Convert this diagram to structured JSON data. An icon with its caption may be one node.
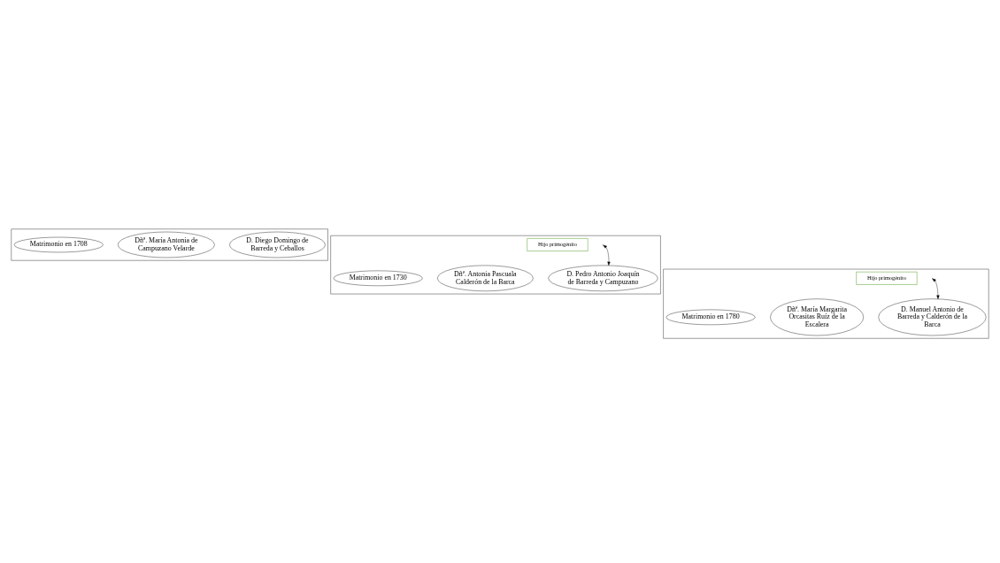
{
  "diagram": {
    "nodes": [
      {
        "text": [],
        "shape": "box"
      },
      {
        "text": [
          "D. Diego Domingo de Barreda y Ceballos"
        ],
        "in": 0
      },
      {
        "text": [
          "Matrimonio en 1708"
        ],
        "in": 0
      },
      {
        "text": [
          "Dñª. María Antonia de Campuzano Velarde"
        ],
        "in": 0
      },
      {
        "text": [],
        "shape": "box"
      },
      {
        "text": [
          "Hijo primogénito"
        ],
        "in": 4
      },
      {
        "text": [
          "D. Pedro Antonio Joaquín de Barreda y Campuzano"
        ],
        "in": 4
      },
      {
        "text": [
          "Matrimonio en 1730"
        ],
        "in": 4
      },
      {
        "text": [
          "Dñª. Antonia Pascuala Calderón de la Barca"
        ],
        "in": 4
      },
      {
        "text": [],
        "shape": "box"
      },
      {
        "text": [
          "Hijo primogénito"
        ],
        "in": 9
      },
      {
        "text": [
          "D. Manuel Antonio de Barreda y Calderón de la Barca"
        ],
        "in": 9
      },
      {
        "text": [
          "Matrimonio en 1780"
        ],
        "in": 9
      },
      {
        "text": [
          "Dñª. María Margarita Orcasitas Ruíz de la Escalera"
        ],
        "in": 9
      }
    ],
    "edges": [
      {
        "from": null,
        "to": 6,
        "arrow": "both"
      },
      {
        "from": null,
        "to": 11,
        "arrow": "both"
      }
    ]
  }
}
